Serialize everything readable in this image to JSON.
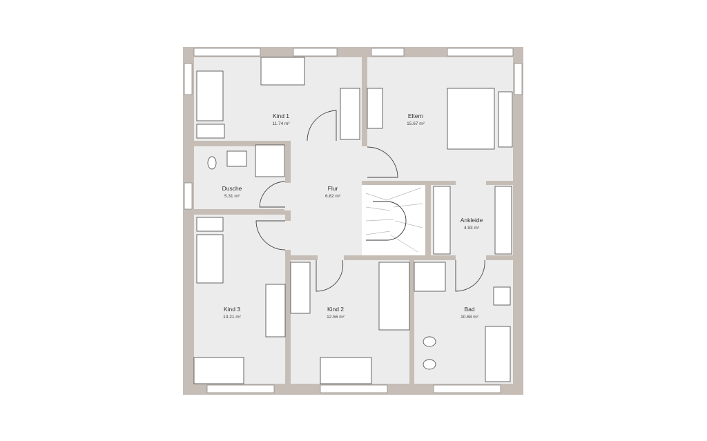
{
  "floorplan": {
    "rooms": [
      {
        "name": "Kind 1",
        "area": "11.74 m²"
      },
      {
        "name": "Eltern",
        "area": "15.67 m²"
      },
      {
        "name": "Dusche",
        "area": "5.31 m²"
      },
      {
        "name": "Flur",
        "area": "6.82 m²"
      },
      {
        "name": "Ankleide",
        "area": "4.93 m²"
      },
      {
        "name": "Kind 3",
        "area": "13.21 m²"
      },
      {
        "name": "Kind 2",
        "area": "12.56 m²"
      },
      {
        "name": "Bad",
        "area": "10.68 m²"
      }
    ],
    "colors": {
      "wall": "#c6beb6",
      "floor": "#ececec",
      "stair": "#ffffff"
    }
  }
}
